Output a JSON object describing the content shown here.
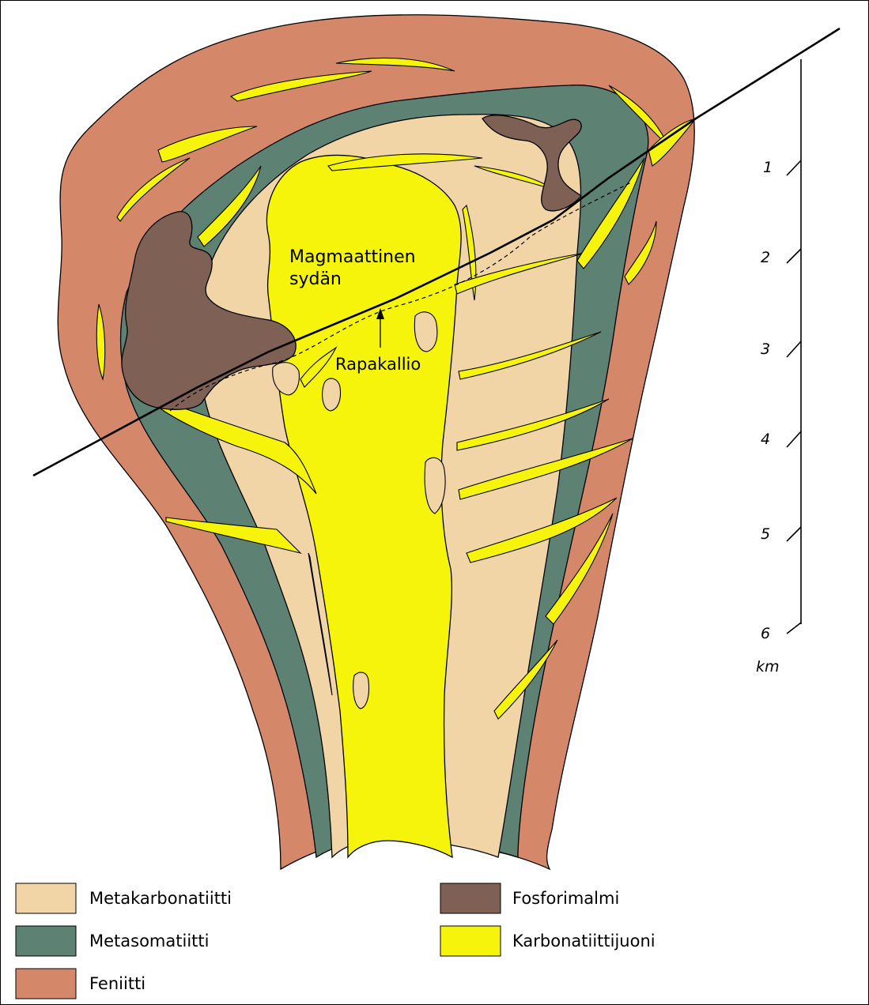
{
  "colors": {
    "feniitti": "#D5876A",
    "metasomatiitti": "#5D8172",
    "metakarbonatiitti": "#F2D5A6",
    "fosforimalmi": "#7E6055",
    "karbonatiittijuoni": "#F6F40A"
  },
  "labels": {
    "core_line1": "Magmaattinen",
    "core_line2": "sydän",
    "rapakallio": "Rapakallio"
  },
  "scale": {
    "ticks": [
      "1",
      "2",
      "3",
      "4",
      "5",
      "6"
    ],
    "unit": "km"
  },
  "legend": [
    {
      "label": "Metakarbonatiitti",
      "color": "#F2D5A6"
    },
    {
      "label": "Metasomatiitti",
      "color": "#5D8172"
    },
    {
      "label": "Feniitti",
      "color": "#D5876A"
    },
    {
      "label": "Fosforimalmi",
      "color": "#7E6055"
    },
    {
      "label": "Karbonatiittijuoni",
      "color": "#F6F40A"
    }
  ]
}
